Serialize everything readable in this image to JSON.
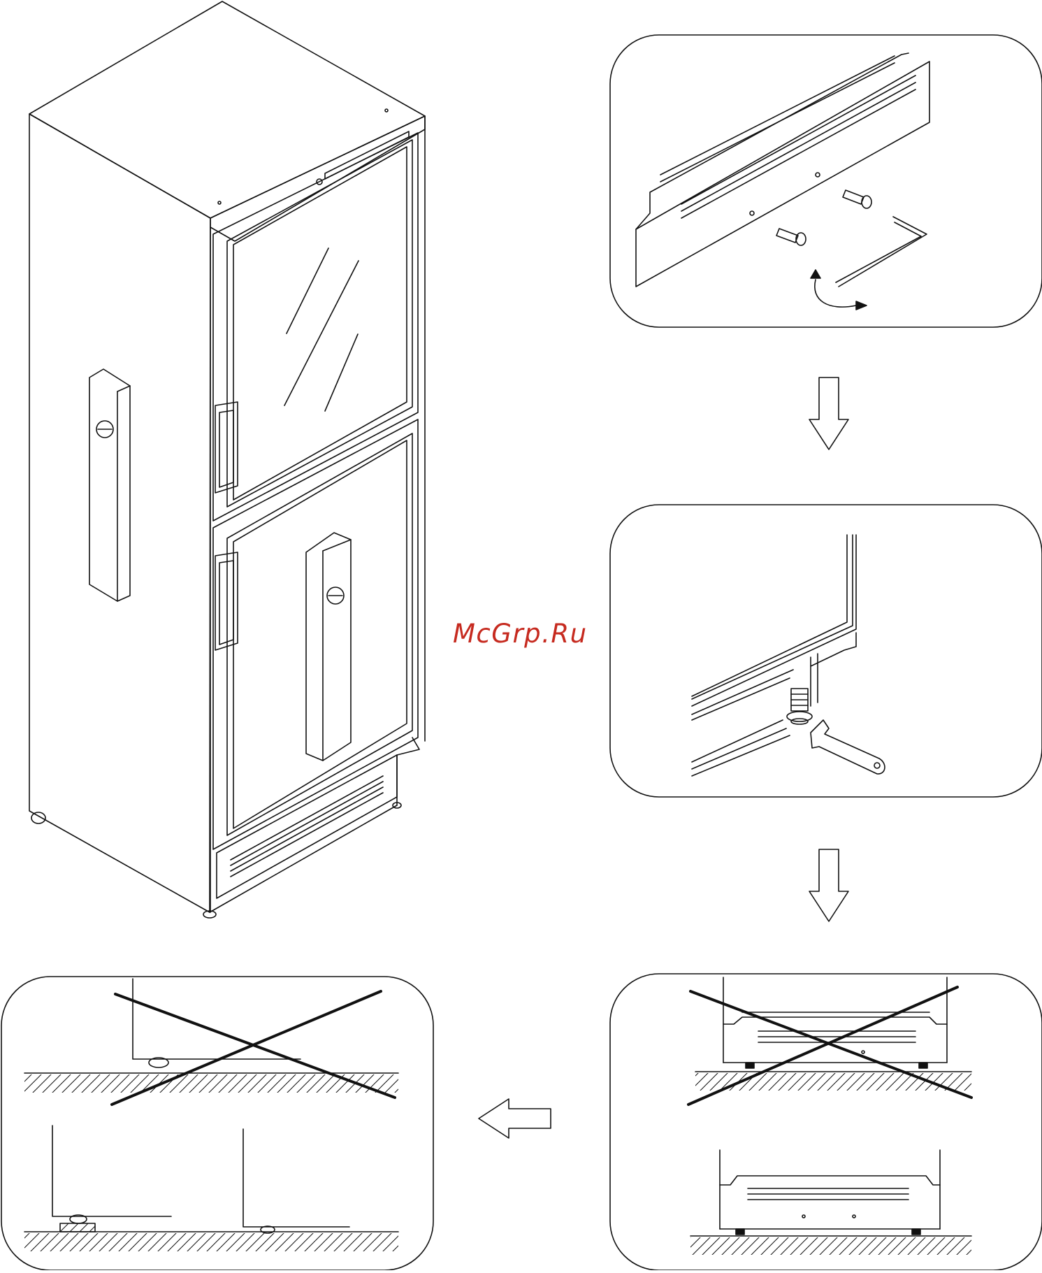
{
  "watermark": {
    "text": "McGrp.Ru",
    "color": "#c62a1f"
  },
  "colors": {
    "stroke": "#111111",
    "background": "#ffffff"
  },
  "figures": [
    {
      "name": "cabinet-isometric",
      "items": [
        "refrigerated-cabinet",
        "glass-door",
        "solid-door",
        "side-handle",
        "ventilation-grille",
        "caster-wheel"
      ]
    },
    {
      "name": "step-1-panel",
      "items": [
        "kick-plate",
        "socket-screw",
        "socket-screw",
        "allen-key",
        "rotate-arrow"
      ]
    },
    {
      "name": "step-2-panel",
      "items": [
        "door-frame-corner",
        "leveling-foot",
        "open-end-wrench"
      ]
    },
    {
      "name": "step-3-panel",
      "items": [
        "base-wrong-uneven",
        "cross-mark",
        "base-correct-level"
      ]
    },
    {
      "name": "step-4-panel",
      "items": [
        "wheel-wrong",
        "cross-mark",
        "wheel-with-shim",
        "wheel-on-floor"
      ]
    }
  ],
  "arrows": [
    "down",
    "down",
    "left"
  ],
  "icons": {
    "step_arrow": "hollow-arrow-icon",
    "cross": "cross-mark-icon"
  }
}
